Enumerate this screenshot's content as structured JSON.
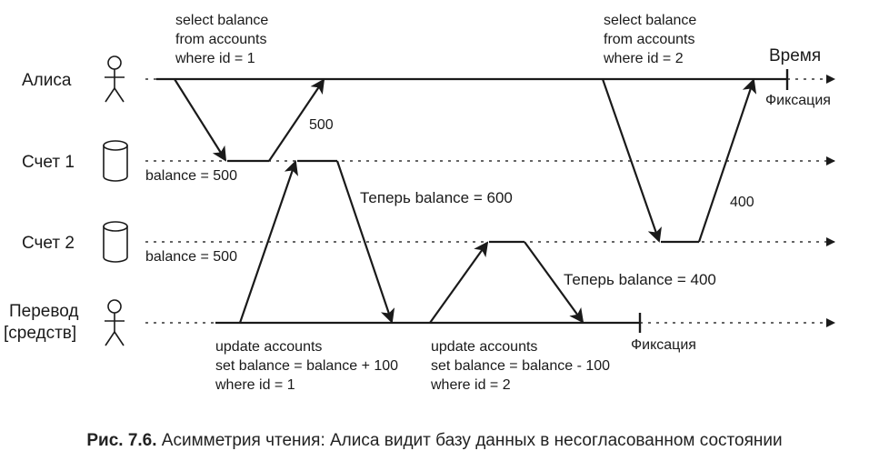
{
  "actors": {
    "alice": "Алиса",
    "account1": "Счет 1",
    "account2": "Счет 2",
    "transfer_line1": "Перевод",
    "transfer_line2": "[средств]"
  },
  "time_label": "Время",
  "alice_queries": {
    "q1": [
      "select balance",
      "from accounts",
      "where id = 1"
    ],
    "q2": [
      "select balance",
      "from accounts",
      "where id = 2"
    ]
  },
  "transfer_queries": {
    "u1": [
      "update accounts",
      "set balance = balance + 100",
      "where id = 1"
    ],
    "u2": [
      "update accounts",
      "set balance = balance - 100",
      "where id = 2"
    ]
  },
  "balances": {
    "account1_initial": "balance = 500",
    "account2_initial": "balance = 500"
  },
  "responses": {
    "r1": "500",
    "r2": "400"
  },
  "notes": {
    "now600": "Теперь balance = 600",
    "now400": "Теперь balance = 400"
  },
  "commit": {
    "alice": "Фиксация",
    "transfer": "Фиксация"
  },
  "caption": {
    "prefix": "Рис. 7.6.",
    "text": " Асимметрия чтения: Алиса видит базу данных в несогласованном состоянии"
  }
}
